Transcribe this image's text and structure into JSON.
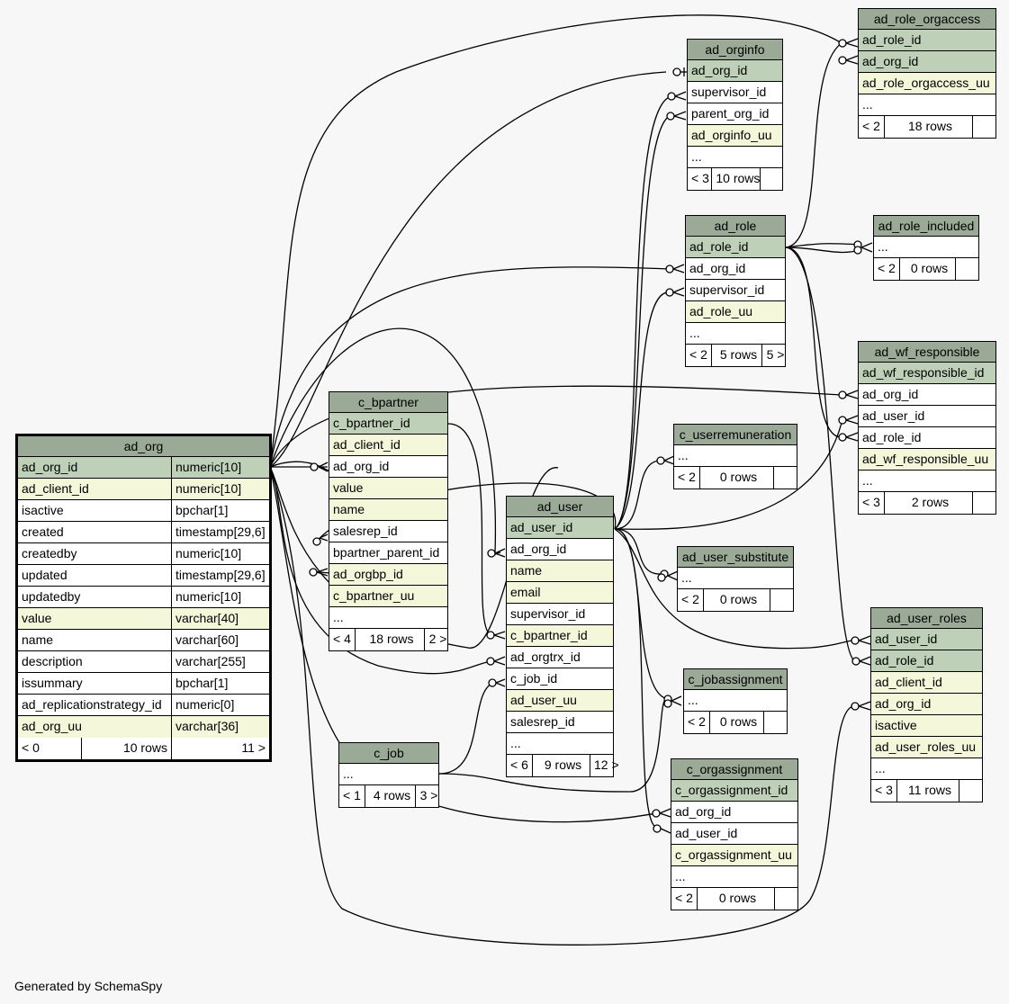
{
  "colors": {
    "background": "#f7f7f7",
    "header": "#9aaa96",
    "primary_key": "#bed1b8",
    "indexed": "#f4f7da",
    "plain": "#ffffff"
  },
  "footer": "Generated by SchemaSpy",
  "tables": {
    "ad_org": {
      "name": "ad_org",
      "columns": [
        {
          "name": "ad_org_id",
          "type": "numeric[10]",
          "kind": "pk"
        },
        {
          "name": "ad_client_id",
          "type": "numeric[10]",
          "kind": "idx"
        },
        {
          "name": "isactive",
          "type": "bpchar[1]",
          "kind": "plain"
        },
        {
          "name": "created",
          "type": "timestamp[29,6]",
          "kind": "plain"
        },
        {
          "name": "createdby",
          "type": "numeric[10]",
          "kind": "plain"
        },
        {
          "name": "updated",
          "type": "timestamp[29,6]",
          "kind": "plain"
        },
        {
          "name": "updatedby",
          "type": "numeric[10]",
          "kind": "plain"
        },
        {
          "name": "value",
          "type": "varchar[40]",
          "kind": "idx"
        },
        {
          "name": "name",
          "type": "varchar[60]",
          "kind": "plain"
        },
        {
          "name": "description",
          "type": "varchar[255]",
          "kind": "plain"
        },
        {
          "name": "issummary",
          "type": "bpchar[1]",
          "kind": "plain"
        },
        {
          "name": "ad_replicationstrategy_id",
          "type": "numeric[0]",
          "kind": "plain"
        },
        {
          "name": "ad_org_uu",
          "type": "varchar[36]",
          "kind": "idx"
        }
      ],
      "footer": {
        "parents": "< 0",
        "rows": "10 rows",
        "children": "11 >"
      }
    },
    "c_bpartner": {
      "name": "c_bpartner",
      "columns": [
        {
          "name": "c_bpartner_id",
          "kind": "pk"
        },
        {
          "name": "ad_client_id",
          "kind": "idx"
        },
        {
          "name": "ad_org_id",
          "kind": "plain"
        },
        {
          "name": "value",
          "kind": "idx"
        },
        {
          "name": "name",
          "kind": "idx"
        },
        {
          "name": "salesrep_id",
          "kind": "plain"
        },
        {
          "name": "bpartner_parent_id",
          "kind": "plain"
        },
        {
          "name": "ad_orgbp_id",
          "kind": "idx"
        },
        {
          "name": "c_bpartner_uu",
          "kind": "idx"
        },
        {
          "name": "...",
          "kind": "plain"
        }
      ],
      "footer": {
        "parents": "< 4",
        "rows": "18 rows",
        "children": "2 >"
      }
    },
    "c_job": {
      "name": "c_job",
      "columns": [
        {
          "name": "...",
          "kind": "plain"
        }
      ],
      "footer": {
        "parents": "< 1",
        "rows": "4 rows",
        "children": "3 >"
      }
    },
    "ad_user": {
      "name": "ad_user",
      "columns": [
        {
          "name": "ad_user_id",
          "kind": "pk"
        },
        {
          "name": "ad_org_id",
          "kind": "plain"
        },
        {
          "name": "name",
          "kind": "idx"
        },
        {
          "name": "email",
          "kind": "idx"
        },
        {
          "name": "supervisor_id",
          "kind": "plain"
        },
        {
          "name": "c_bpartner_id",
          "kind": "idx"
        },
        {
          "name": "ad_orgtrx_id",
          "kind": "plain"
        },
        {
          "name": "c_job_id",
          "kind": "plain"
        },
        {
          "name": "ad_user_uu",
          "kind": "idx"
        },
        {
          "name": "salesrep_id",
          "kind": "plain"
        },
        {
          "name": "...",
          "kind": "plain"
        }
      ],
      "footer": {
        "parents": "< 6",
        "rows": "9 rows",
        "children": "12 >"
      }
    },
    "ad_orginfo": {
      "name": "ad_orginfo",
      "columns": [
        {
          "name": "ad_org_id",
          "kind": "pk"
        },
        {
          "name": "supervisor_id",
          "kind": "plain"
        },
        {
          "name": "parent_org_id",
          "kind": "plain"
        },
        {
          "name": "ad_orginfo_uu",
          "kind": "idx"
        },
        {
          "name": "...",
          "kind": "plain"
        }
      ],
      "footer": {
        "parents": "< 3",
        "rows": "10 rows",
        "children": ""
      }
    },
    "ad_role": {
      "name": "ad_role",
      "columns": [
        {
          "name": "ad_role_id",
          "kind": "pk"
        },
        {
          "name": "ad_org_id",
          "kind": "plain"
        },
        {
          "name": "supervisor_id",
          "kind": "plain"
        },
        {
          "name": "ad_role_uu",
          "kind": "idx"
        },
        {
          "name": "...",
          "kind": "plain"
        }
      ],
      "footer": {
        "parents": "< 2",
        "rows": "5 rows",
        "children": "5 >"
      }
    },
    "c_userremuneration": {
      "name": "c_userremuneration",
      "columns": [
        {
          "name": "...",
          "kind": "plain"
        }
      ],
      "footer": {
        "parents": "< 2",
        "rows": "0 rows",
        "children": ""
      }
    },
    "ad_user_substitute": {
      "name": "ad_user_substitute",
      "columns": [
        {
          "name": "...",
          "kind": "plain"
        }
      ],
      "footer": {
        "parents": "< 2",
        "rows": "0 rows",
        "children": ""
      }
    },
    "c_jobassignment": {
      "name": "c_jobassignment",
      "columns": [
        {
          "name": "...",
          "kind": "plain"
        }
      ],
      "footer": {
        "parents": "< 2",
        "rows": "0 rows",
        "children": ""
      }
    },
    "c_orgassignment": {
      "name": "c_orgassignment",
      "columns": [
        {
          "name": "c_orgassignment_id",
          "kind": "pk"
        },
        {
          "name": "ad_org_id",
          "kind": "plain"
        },
        {
          "name": "ad_user_id",
          "kind": "plain"
        },
        {
          "name": "c_orgassignment_uu",
          "kind": "idx"
        },
        {
          "name": "...",
          "kind": "plain"
        }
      ],
      "footer": {
        "parents": "< 2",
        "rows": "0 rows",
        "children": ""
      }
    },
    "ad_role_orgaccess": {
      "name": "ad_role_orgaccess",
      "columns": [
        {
          "name": "ad_role_id",
          "kind": "pk"
        },
        {
          "name": "ad_org_id",
          "kind": "pk"
        },
        {
          "name": "ad_role_orgaccess_uu",
          "kind": "idx"
        },
        {
          "name": "...",
          "kind": "plain"
        }
      ],
      "footer": {
        "parents": "< 2",
        "rows": "18 rows",
        "children": ""
      }
    },
    "ad_role_included": {
      "name": "ad_role_included",
      "columns": [
        {
          "name": "...",
          "kind": "plain"
        }
      ],
      "footer": {
        "parents": "< 2",
        "rows": "0 rows",
        "children": ""
      }
    },
    "ad_wf_responsible": {
      "name": "ad_wf_responsible",
      "columns": [
        {
          "name": "ad_wf_responsible_id",
          "kind": "pk"
        },
        {
          "name": "ad_org_id",
          "kind": "plain"
        },
        {
          "name": "ad_user_id",
          "kind": "plain"
        },
        {
          "name": "ad_role_id",
          "kind": "plain"
        },
        {
          "name": "ad_wf_responsible_uu",
          "kind": "idx"
        },
        {
          "name": "...",
          "kind": "plain"
        }
      ],
      "footer": {
        "parents": "< 3",
        "rows": "2 rows",
        "children": ""
      }
    },
    "ad_user_roles": {
      "name": "ad_user_roles",
      "columns": [
        {
          "name": "ad_user_id",
          "kind": "pk"
        },
        {
          "name": "ad_role_id",
          "kind": "pk"
        },
        {
          "name": "ad_client_id",
          "kind": "idx"
        },
        {
          "name": "ad_org_id",
          "kind": "idx"
        },
        {
          "name": "isactive",
          "kind": "idx"
        },
        {
          "name": "ad_user_roles_uu",
          "kind": "idx"
        },
        {
          "name": "...",
          "kind": "plain"
        }
      ],
      "footer": {
        "parents": "< 3",
        "rows": "11 rows",
        "children": ""
      }
    }
  }
}
